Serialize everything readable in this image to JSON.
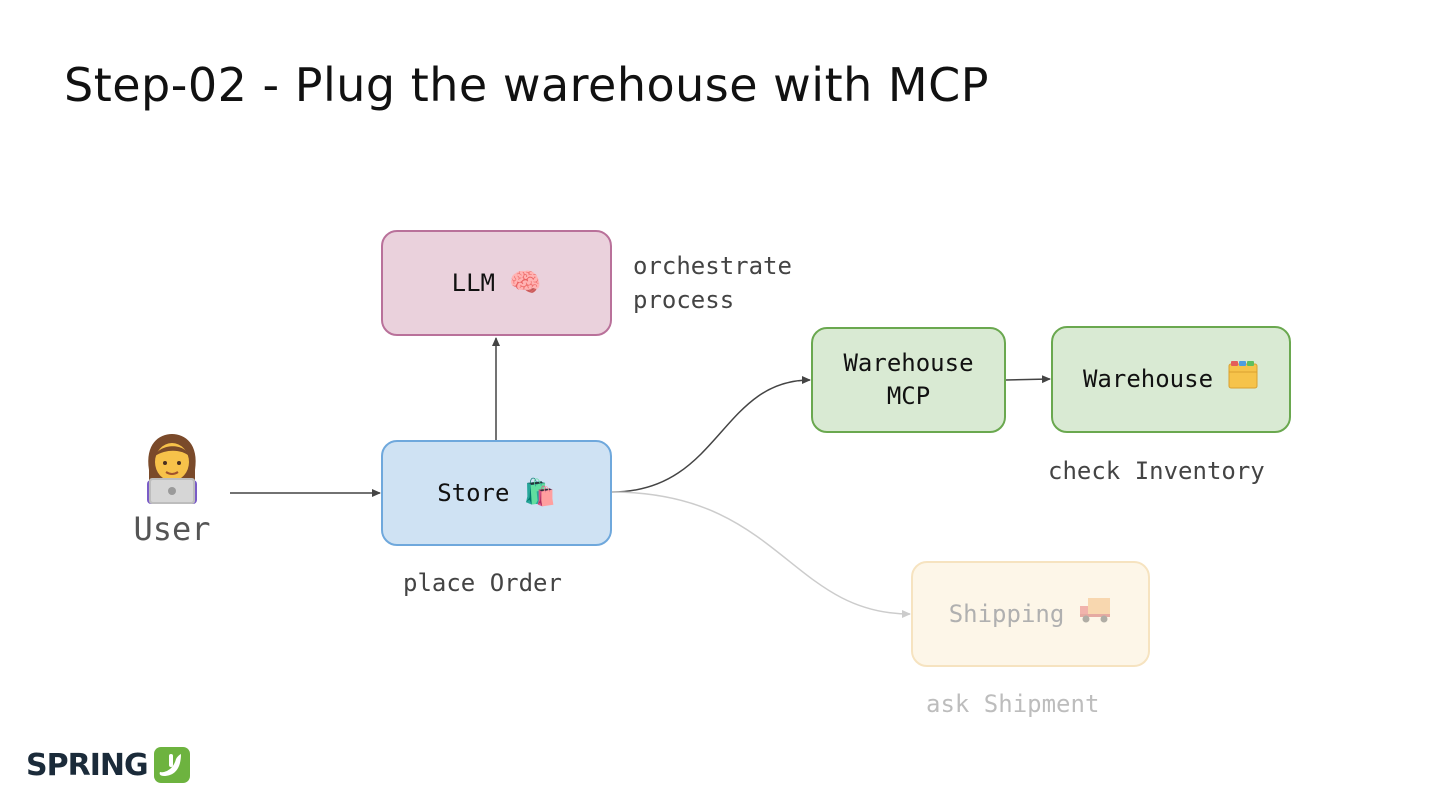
{
  "slide": {
    "title": "Step-02 - Plug the warehouse with MCP"
  },
  "nodes": {
    "llm": {
      "label": "LLM",
      "icon": "brain-icon",
      "icon_glyph": "🧠"
    },
    "store": {
      "label": "Store",
      "icon": "shopping-bags-icon",
      "icon_glyph": "🛍️"
    },
    "warehouse_mcp": {
      "line1": "Warehouse",
      "line2": "MCP"
    },
    "warehouse": {
      "label": "Warehouse",
      "icon": "card-index-dividers-icon",
      "icon_glyph": "🗂️"
    },
    "shipping": {
      "label": "Shipping",
      "icon": "delivery-truck-icon",
      "icon_glyph": "🚚"
    }
  },
  "labels": {
    "orchestrate_line1": "orchestrate",
    "orchestrate_line2": "process",
    "place_order": "place Order",
    "check_inventory": "check Inventory",
    "ask_shipment": "ask Shipment"
  },
  "user": {
    "label": "User",
    "icon": "woman-technologist-icon"
  },
  "logo": {
    "text": "SPRING",
    "icon": "spring-leaf-icon"
  },
  "colors": {
    "llm_fill": "#ead1dc",
    "llm_border": "#b9719a",
    "store_fill": "#cfe2f3",
    "store_border": "#6fa8dc",
    "warehouse_fill": "#d9ead3",
    "warehouse_border": "#6aa84f",
    "shipping_fill": "#fdf6e8",
    "shipping_border": "#f6e3c0",
    "edge": "#444444",
    "edge_faded": "#cccccc",
    "spring_green": "#6db33f"
  },
  "edges": [
    {
      "from": "user",
      "to": "store",
      "style": "solid"
    },
    {
      "from": "store",
      "to": "llm",
      "style": "solid"
    },
    {
      "from": "store",
      "to": "warehouse_mcp",
      "style": "solid"
    },
    {
      "from": "warehouse_mcp",
      "to": "warehouse",
      "style": "solid"
    },
    {
      "from": "store",
      "to": "shipping",
      "style": "faded"
    }
  ]
}
